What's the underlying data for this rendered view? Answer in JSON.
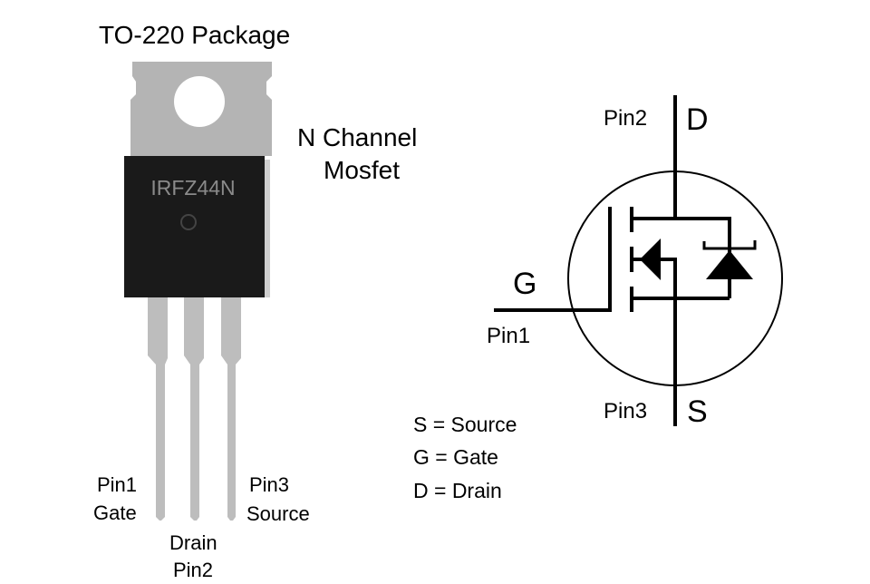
{
  "title": "TO-220 Package",
  "device_type": [
    "N Channel",
    "Mosfet"
  ],
  "part_marking": "IRFZ44N",
  "package_pins": {
    "pin1": [
      "Pin1",
      "Gate"
    ],
    "pin2": [
      "Drain",
      "Pin2"
    ],
    "pin3": [
      "Pin3",
      "Source"
    ]
  },
  "symbol": {
    "drain_pin": "Pin2",
    "drain_letter": "D",
    "gate_letter": "G",
    "gate_pin": "Pin1",
    "source_pin": "Pin3",
    "source_letter": "S"
  },
  "legend": [
    "S = Source",
    "G = Gate",
    "D = Drain"
  ],
  "colors": {
    "tab": "#b4b4b4",
    "body": "#1a1a1a",
    "lead": "#bdbdbd",
    "marking": "#8a8a8a"
  }
}
